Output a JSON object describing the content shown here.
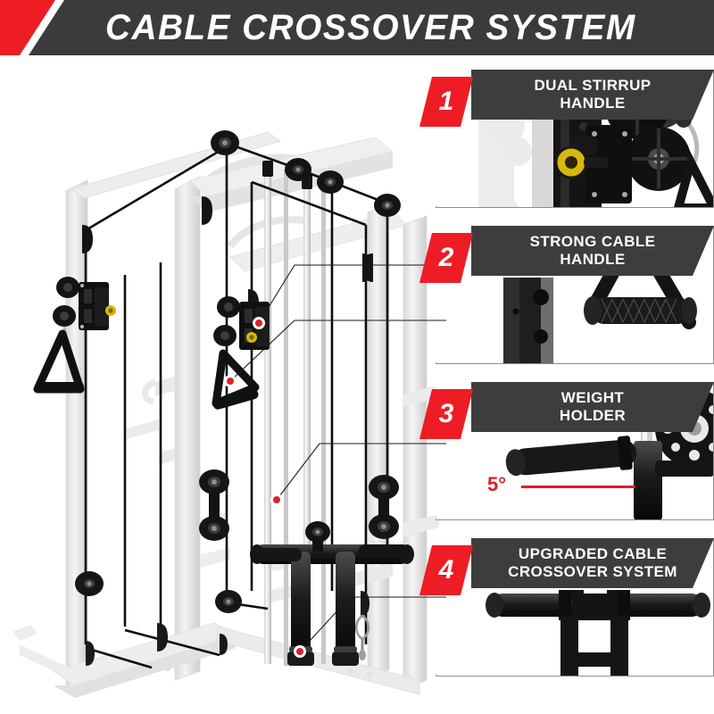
{
  "header": {
    "title": "CABLE CROSSOVER SYSTEM",
    "accent_red": "#ee1c25",
    "bar_gray": "#3b3b3b"
  },
  "product": {
    "name": "power-rack-cable-crossover-diagram",
    "description": "Ghosted white power rack with highlighted black cable crossover pulleys, cables, carriages and handles",
    "marker_color": "#e02028"
  },
  "panels": [
    {
      "number": "1",
      "label_line1": "DUAL STIRRUP",
      "label_line2": "HANDLE",
      "photo": "pulley-carriage-with-stirrup-handle"
    },
    {
      "number": "2",
      "label_line1": "STRONG CABLE",
      "label_line2": "HANDLE",
      "photo": "triangle-cable-handle-knurled-grip"
    },
    {
      "number": "3",
      "label_line1": "WEIGHT",
      "label_line2": "HOLDER",
      "photo": "angled-weight-holder-peg-with-plate",
      "annotation": "5°"
    },
    {
      "number": "4",
      "label_line1": "UPGRADED CABLE",
      "label_line2": "CROSSOVER SYSTEM",
      "photo": "cable-crossover-carriage-with-dual-grips"
    }
  ]
}
